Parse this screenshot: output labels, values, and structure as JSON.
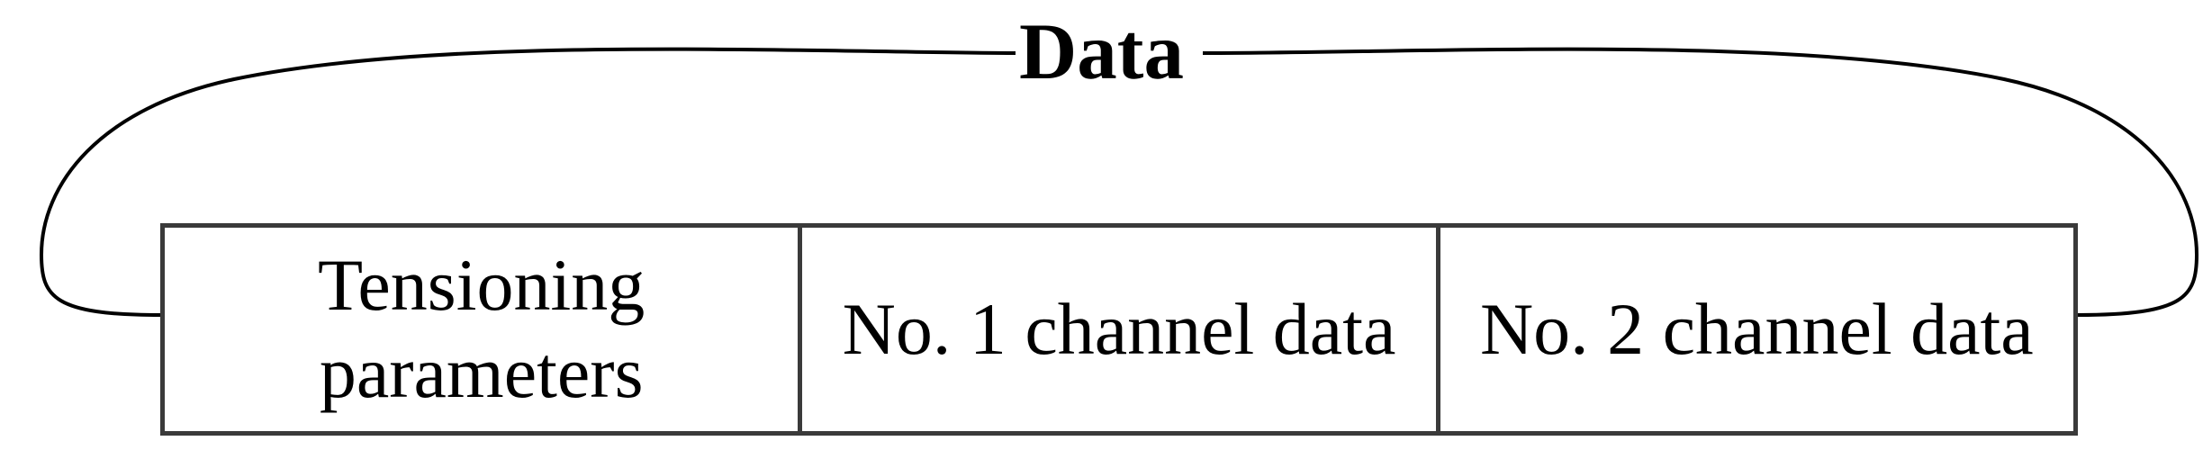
{
  "diagram": {
    "type": "frame-structure-field-layout",
    "group_label": "Data",
    "fields": [
      {
        "label": "Tensioning parameters"
      },
      {
        "label": "No. 1 channel data"
      },
      {
        "label": "No. 2 channel data"
      }
    ],
    "colors": {
      "brace_stroke": "#000000",
      "table_border": "#3a3a3a",
      "text": "#000000",
      "background": "#ffffff"
    }
  }
}
